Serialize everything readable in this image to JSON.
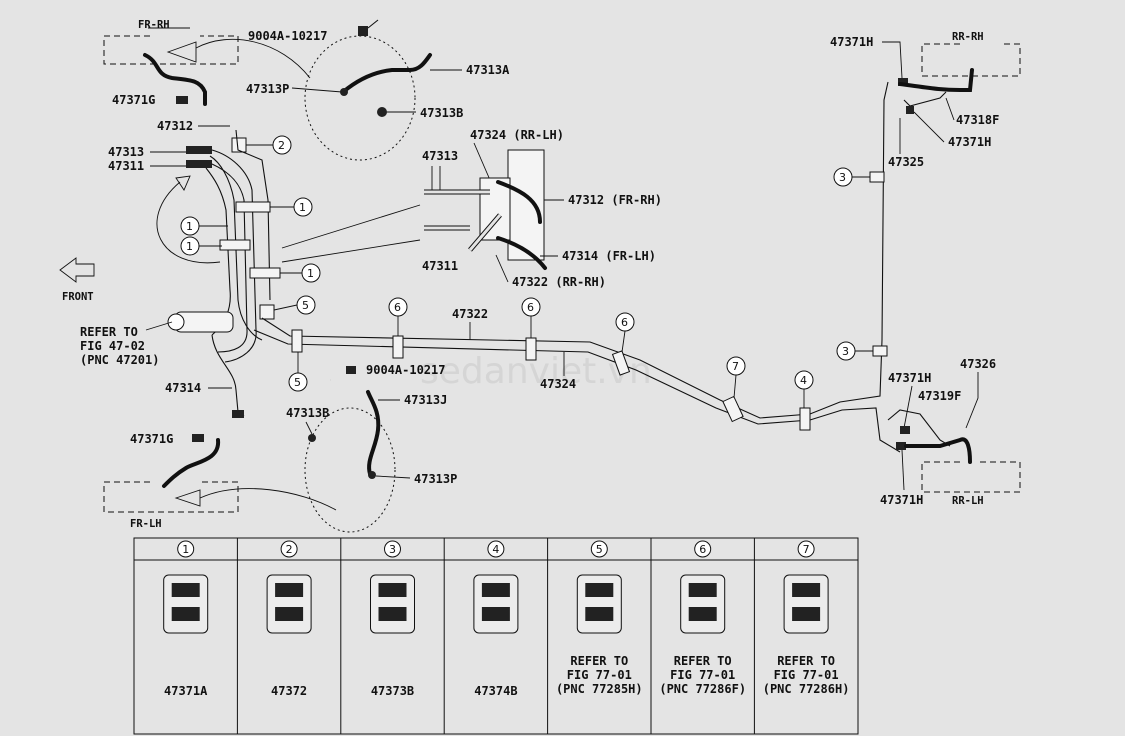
{
  "regions": {
    "fr_rh": "FR-RH",
    "rr_rh": "RR-RH",
    "rr_lh": "RR-LH",
    "fr_lh": "FR-LH",
    "front": "FRONT"
  },
  "labels": {
    "p90004_top": "9004A-10217",
    "p47313a": "47313A",
    "p47313p_top": "47313P",
    "p47313b_top": "47313B",
    "p47371g_top": "47371G",
    "p47312": "47312",
    "p47313": "47313",
    "p47311": "47311",
    "p47314": "47314",
    "refer_fig_47_line1": "REFER TO",
    "refer_fig_47_line2": "FIG 47-02",
    "refer_fig_47_line3": "(PNC 47201)",
    "detail_47313": "47313",
    "detail_47311": "47311",
    "detail_47324": "47324 (RR-LH)",
    "detail_47312": "47312 (FR-RH)",
    "detail_47314": "47314 (FR-LH)",
    "detail_47322": "47322 (RR-RH)",
    "p47322": "47322",
    "p47324": "47324",
    "p90004_mid": "9004A-10217",
    "p47313j": "47313J",
    "p47313b_bot": "47313B",
    "p47313p_bot": "47313P",
    "p47371g_bot": "47371G",
    "p47371h_a": "47371H",
    "p47318f": "47318F",
    "p47371h_b": "47371H",
    "p47325": "47325",
    "p47326": "47326",
    "p47371h_c": "47371H",
    "p47319f": "47319F",
    "p47371h_d": "47371H"
  },
  "callouts": [
    "1",
    "2",
    "3",
    "4",
    "5",
    "6",
    "7"
  ],
  "table": {
    "headers": [
      "1",
      "2",
      "3",
      "4",
      "5",
      "6",
      "7"
    ],
    "parts": [
      {
        "l1": "47371A",
        "l2": "",
        "l3": ""
      },
      {
        "l1": "47372",
        "l2": "",
        "l3": ""
      },
      {
        "l1": "47373B",
        "l2": "",
        "l3": ""
      },
      {
        "l1": "47374B",
        "l2": "",
        "l3": ""
      },
      {
        "l1": "REFER TO",
        "l2": "FIG 77-01",
        "l3": "(PNC 77285H)"
      },
      {
        "l1": "REFER TO",
        "l2": "FIG 77-01",
        "l3": "(PNC 77286F)"
      },
      {
        "l1": "REFER TO",
        "l2": "FIG 77-01",
        "l3": "(PNC 77286H)"
      }
    ]
  },
  "watermark": "sedanviet.vn"
}
